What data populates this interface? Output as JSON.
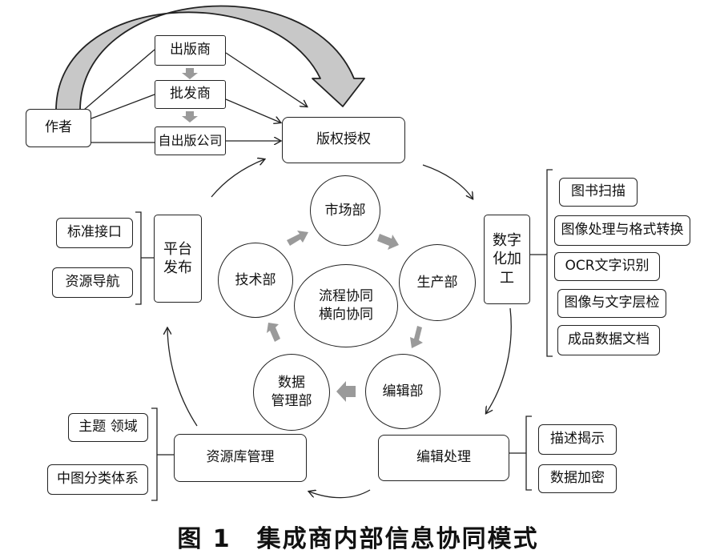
{
  "nodes": {
    "author": "作者",
    "publisher": "出版商",
    "wholesaler": "批发商",
    "self_publisher": "自出版公司",
    "copyright": "版权授权",
    "digital": "数字\n化加\n工",
    "edit_process": "编辑处理",
    "resource_mgmt": "资源库管理",
    "platform": "平台\n发布"
  },
  "digital_items": [
    "图书扫描",
    "图像处理与格式转换",
    "OCR文字识别",
    "图像与文字层检",
    "成品数据文档"
  ],
  "edit_items": [
    "描述揭示",
    "数据加密"
  ],
  "resource_items": [
    "主题 领域",
    "中图分类体系"
  ],
  "platform_items": [
    "标准接口",
    "资源导航"
  ],
  "departments": {
    "market": "市场部",
    "production": "生产部",
    "editorial": "编辑部",
    "data_mgmt": "数据\n管理部",
    "tech": "技术部",
    "center": "流程协同\n横向协同"
  },
  "caption": "图 1　集成商内部信息协同模式"
}
